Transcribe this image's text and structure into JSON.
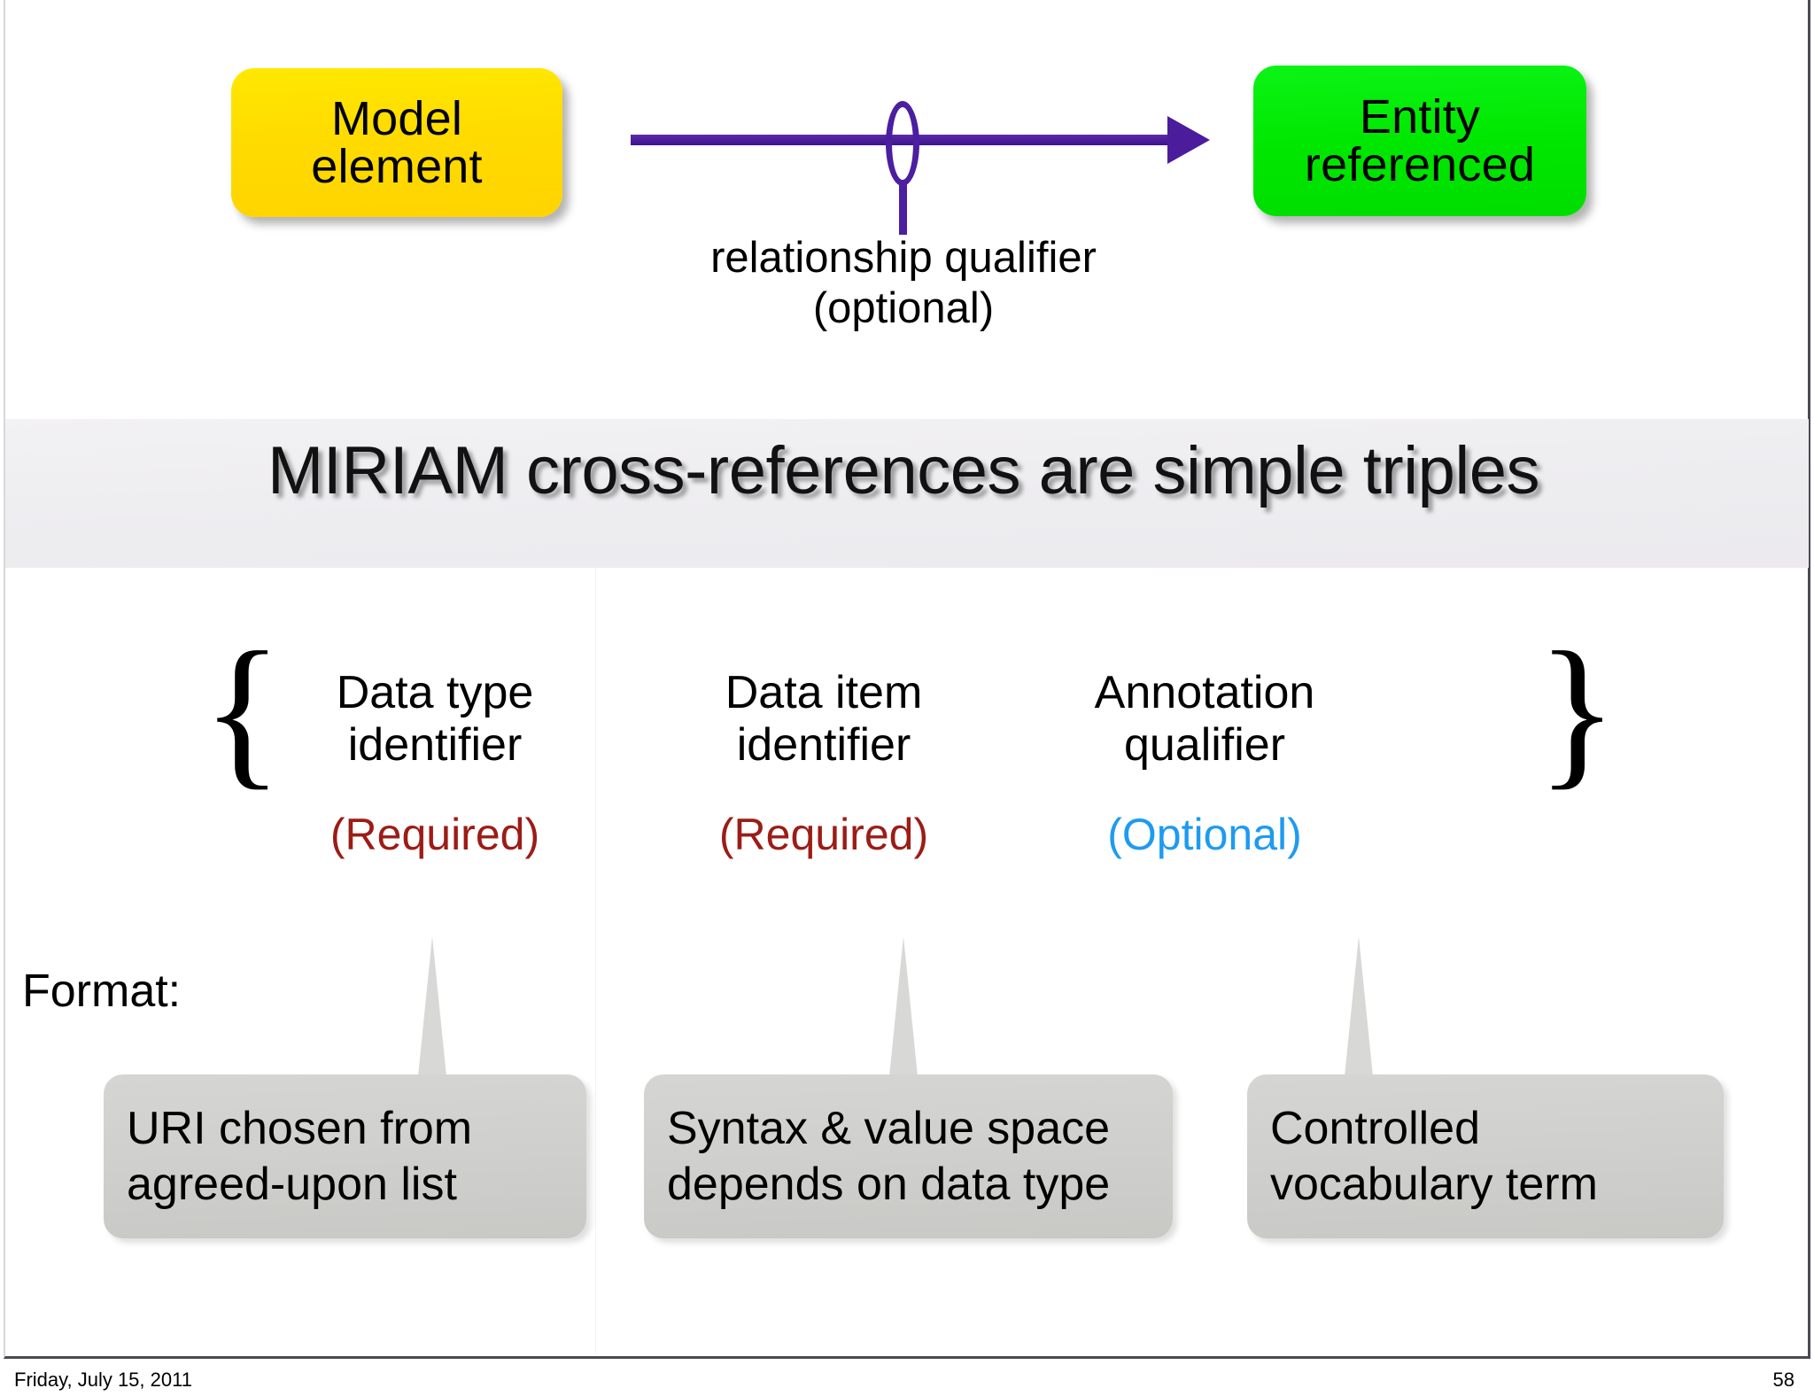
{
  "diagram": {
    "model_node": {
      "line1": "Model",
      "line2": "element",
      "color": "#ffd400"
    },
    "entity_node": {
      "line1": "Entity",
      "line2": "referenced",
      "color": "#00e700"
    },
    "arrow_color": "#4b1d9c",
    "qualifier_caption_line1": "relationship qualifier",
    "qualifier_caption_line2": "(optional)"
  },
  "title": "MIRIAM cross-references are simple triples",
  "braces": {
    "open": "{",
    "close": "}"
  },
  "triple": {
    "columns": [
      {
        "head_line1": "Data type",
        "head_line2": "identifier",
        "requirement": "(Required)",
        "requirement_color": "#9c1c16",
        "callout": {
          "line1": "URI chosen from",
          "line2": "agreed-upon list"
        }
      },
      {
        "head_line1": "Data item",
        "head_line2": "identifier",
        "requirement": "(Required)",
        "requirement_color": "#9c1c16",
        "callout": {
          "line1": "Syntax & value space",
          "line2": "depends on data type"
        }
      },
      {
        "head_line1": "Annotation",
        "head_line2": "qualifier",
        "requirement": "(Optional)",
        "requirement_color": "#1e9bf0",
        "callout": {
          "line1": "Controlled",
          "line2": "vocabulary term"
        }
      }
    ]
  },
  "format_label": "Format:",
  "footer": {
    "date": "Friday, July 15, 2011",
    "page": "58"
  }
}
